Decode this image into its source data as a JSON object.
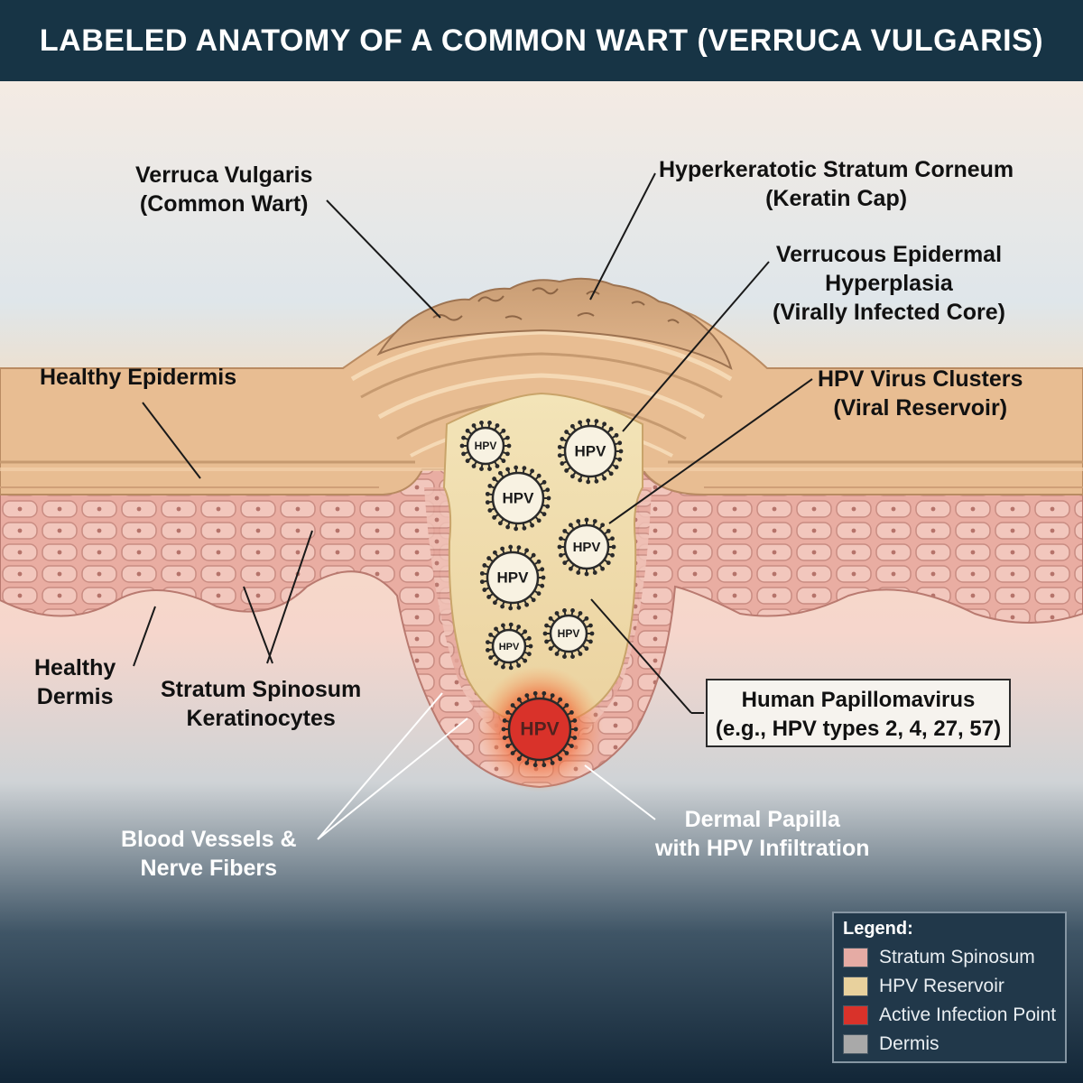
{
  "title": "LABELED ANATOMY OF A COMMON WART (VERRUCA VULGARIS)",
  "labels": {
    "verruca_vulgaris": [
      "Verruca Vulgaris",
      "(Common Wart)"
    ],
    "keratin_cap": [
      "Hyperkeratotic Stratum Corneum",
      "(Keratin Cap)"
    ],
    "hyperplasia": [
      "Verrucous Epidermal",
      "Hyperplasia",
      "(Virally Infected Core)"
    ],
    "healthy_epidermis": [
      "Healthy Epidermis"
    ],
    "hpv_clusters": [
      "HPV Virus Clusters",
      "(Viral Reservoir)"
    ],
    "healthy_dermis": [
      "Healthy",
      "Dermis"
    ],
    "stratum_spinosum": [
      "Stratum Spinosum",
      "Keratinocytes"
    ],
    "human_papillomavirus": [
      "Human Papillomavirus",
      "(e.g., HPV types 2, 4, 27, 57)"
    ],
    "blood_vessels": [
      "Blood Vessels &",
      "Nerve Fibers"
    ],
    "dermal_papilla": [
      "Dermal Papilla",
      "with HPV Infiltration"
    ]
  },
  "virus_label": "HPV",
  "legend": {
    "title": "Legend:",
    "items": [
      {
        "label": "Stratum Spinosum",
        "color": "#e5aba4"
      },
      {
        "label": "HPV Reservoir",
        "color": "#e8d19d"
      },
      {
        "label": "Active Infection Point",
        "color": "#d9322a"
      },
      {
        "label": "Dermis",
        "color": "#a9a9a9"
      }
    ]
  },
  "colors": {
    "title_bar": "#173445",
    "epidermis": "#e8bd92",
    "stratum_spinosum": "#e8aaa0",
    "hpv_reservoir": "#efdca9",
    "infection_point": "#d9322a"
  }
}
